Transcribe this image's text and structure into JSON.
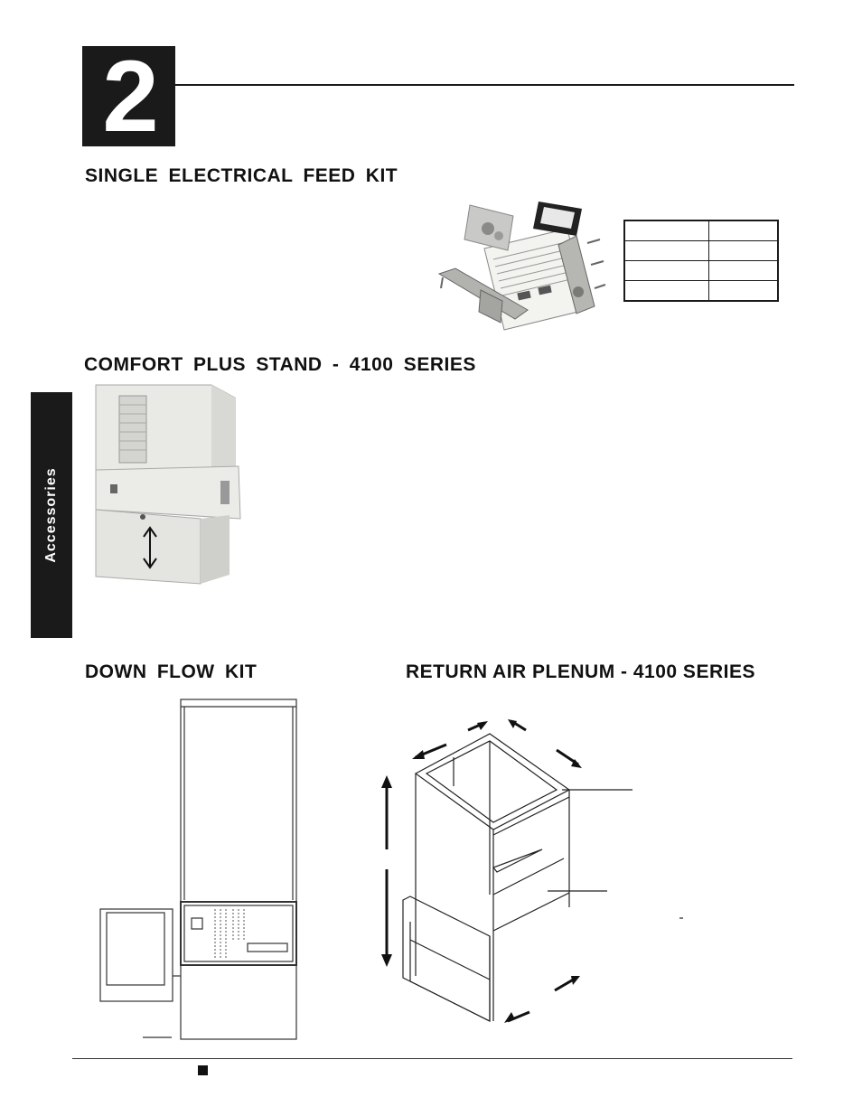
{
  "chapter": {
    "number": "2"
  },
  "sections": {
    "single_feed": {
      "title": "SINGLE ELECTRICAL FEED KIT"
    },
    "comfort_stand": {
      "title": "COMFORT PLUS STAND - 4100 SERIES"
    },
    "down_flow": {
      "title": "DOWN FLOW KIT"
    },
    "return_plenum": {
      "title": "RETURN AIR PLENUM - 4100 SERIES"
    }
  },
  "side_tab": {
    "label": "Accessories"
  },
  "kit_table": {
    "rows": 4,
    "cols": 2
  },
  "colors": {
    "dark": "#1a1a1a",
    "unit_body": "#e9e9e6",
    "unit_shadow": "#cfcfcb"
  },
  "icons": [
    "kit-photo",
    "comfort-stand-photo",
    "down-flow-drawing",
    "return-plenum-drawing"
  ]
}
